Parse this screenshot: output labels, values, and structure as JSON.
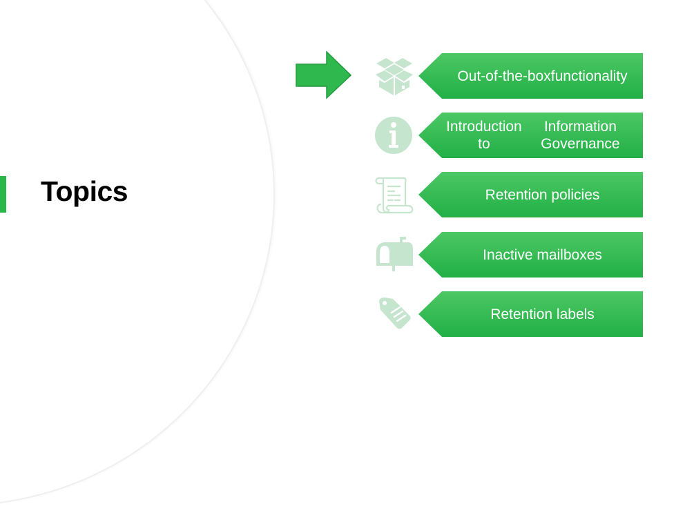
{
  "slide": {
    "title": "Topics",
    "colors": {
      "accent": "#2bb64b",
      "tab_top": "#4cc764",
      "tab_bottom": "#22b046",
      "icon": "#c6e5ce",
      "arrow": "#2fb84e"
    },
    "current_index": 0,
    "topics": [
      {
        "label": "Out-of-the-box functionality",
        "lines": [
          "Out-of-the-box",
          "functionality"
        ],
        "icon": "open-box-icon"
      },
      {
        "label": "Introduction to Information Governance",
        "lines": [
          "Introduction to",
          "Information Governance"
        ],
        "icon": "info-icon"
      },
      {
        "label": "Retention policies",
        "lines": [
          "Retention policies"
        ],
        "icon": "scroll-document-icon"
      },
      {
        "label": "Inactive mailboxes",
        "lines": [
          "Inactive mailboxes"
        ],
        "icon": "mailbox-icon"
      },
      {
        "label": "Retention labels",
        "lines": [
          "Retention labels"
        ],
        "icon": "tag-icon"
      }
    ]
  }
}
